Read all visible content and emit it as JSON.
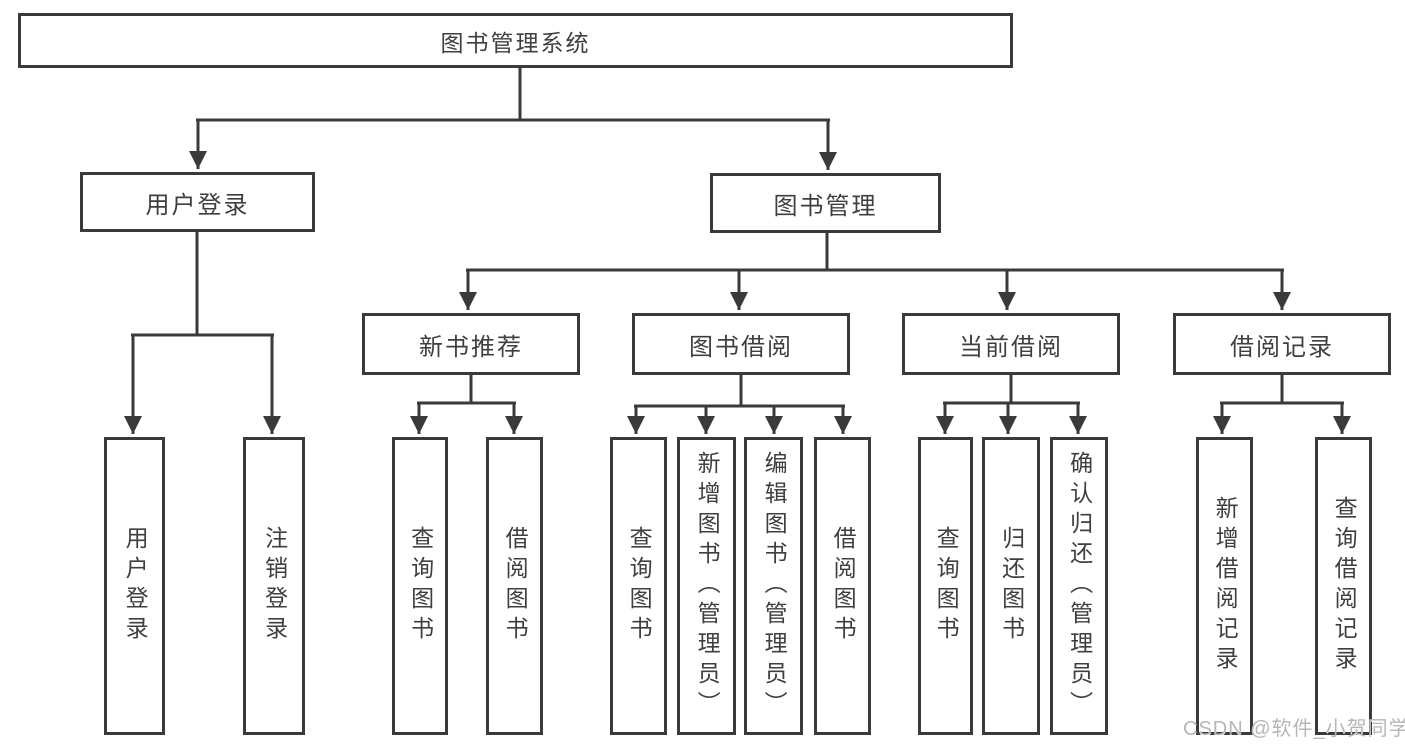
{
  "watermark": "CSDN @软件_小贺同学",
  "colors": {
    "line": "#3a3a3a",
    "text": "#3f3f3f",
    "background": "#ffffff",
    "watermark_text": "#b6b6b6"
  },
  "tree": {
    "label": "图书管理系统",
    "children": [
      {
        "label": "用户登录",
        "children": [
          {
            "label": "用户登录"
          },
          {
            "label": "注销登录"
          }
        ]
      },
      {
        "label": "图书管理",
        "children": [
          {
            "label": "新书推荐",
            "children": [
              {
                "label": "查询图书"
              },
              {
                "label": "借阅图书"
              }
            ]
          },
          {
            "label": "图书借阅",
            "children": [
              {
                "label": "查询图书"
              },
              {
                "label": "新增图书（管理员）"
              },
              {
                "label": "编辑图书（管理员）"
              },
              {
                "label": "借阅图书"
              }
            ]
          },
          {
            "label": "当前借阅",
            "children": [
              {
                "label": "查询图书"
              },
              {
                "label": "归还图书"
              },
              {
                "label": "确认归还（管理员）"
              }
            ]
          },
          {
            "label": "借阅记录",
            "children": [
              {
                "label": "新增借阅记录"
              },
              {
                "label": "查询借阅记录"
              }
            ]
          }
        ]
      }
    ]
  }
}
